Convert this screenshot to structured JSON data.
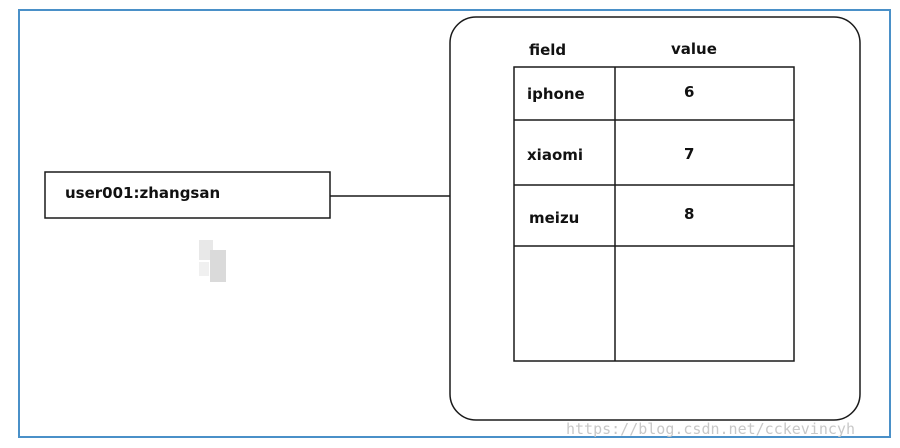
{
  "key_box": {
    "label": "user001:zhangsan"
  },
  "hash": {
    "header_field": "field",
    "header_value": "value",
    "rows": [
      {
        "field": "iphone",
        "value": "6"
      },
      {
        "field": "xiaomi",
        "value": "7"
      },
      {
        "field": "meizu",
        "value": "8"
      },
      {
        "field": "",
        "value": ""
      }
    ]
  },
  "watermark": "https://blog.csdn.net/cckevincyh",
  "colors": {
    "frame": "#4a90c8",
    "stroke": "#1a1a1a",
    "watermark": "#c8c8c8"
  }
}
